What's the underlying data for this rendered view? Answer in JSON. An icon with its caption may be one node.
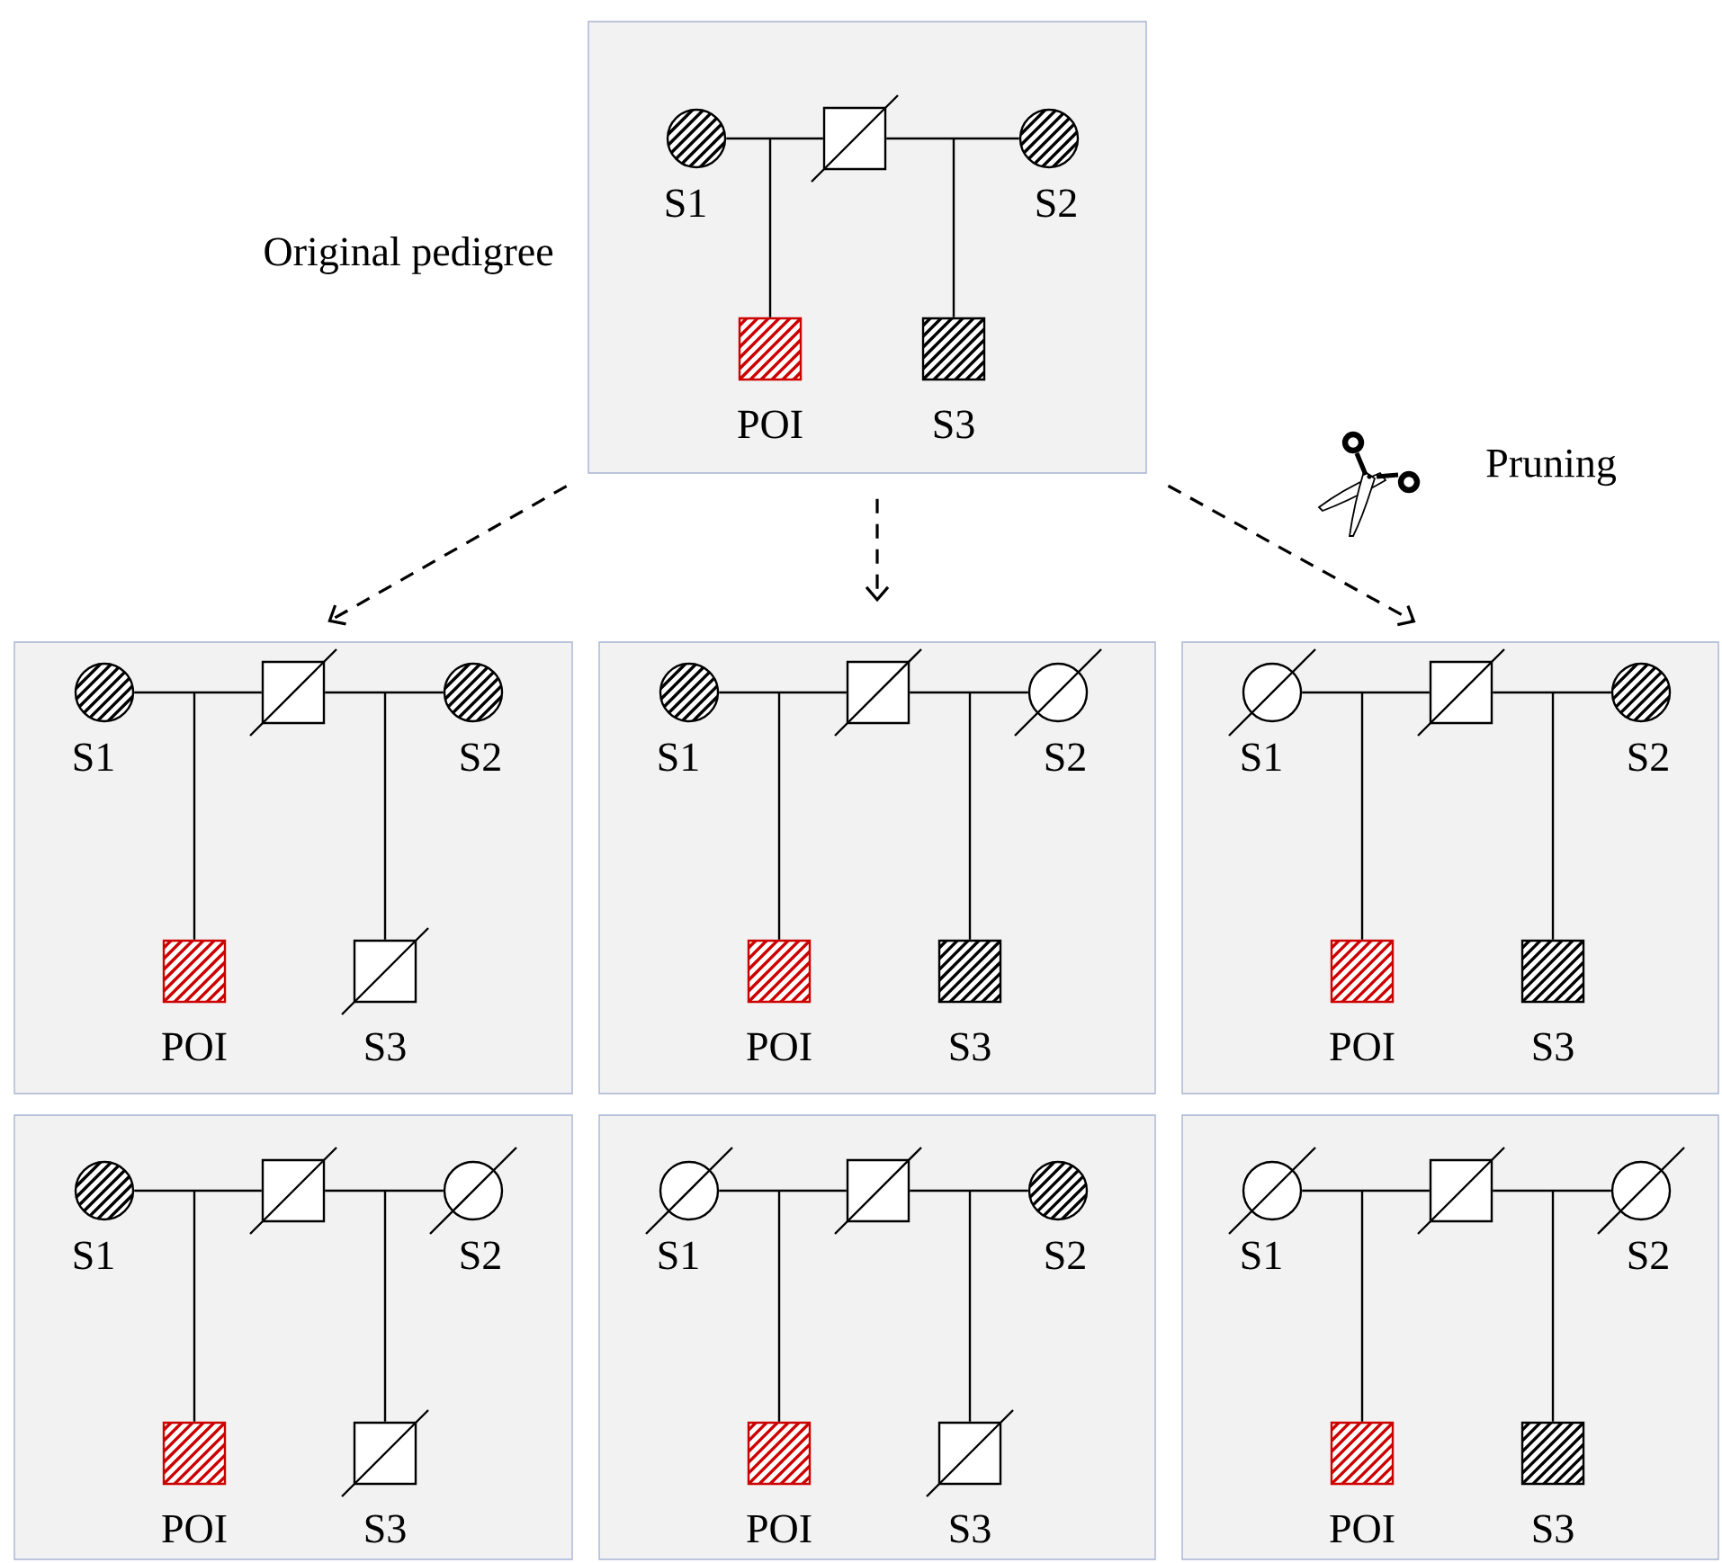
{
  "diagram": {
    "nodes": [
      {
        "text": [],
        "shape": "box",
        "beside": [
          "Original pedigree"
        ]
      },
      {
        "text": [],
        "shape": "circle",
        "beside": [
          "S1"
        ],
        "in": 0
      },
      {
        "text": [],
        "shape": "box",
        "in": 0
      },
      {
        "text": [],
        "shape": "circle",
        "beside": [
          "S2"
        ],
        "in": 0
      },
      {
        "text": [],
        "shape": "box",
        "beside": [
          "POI"
        ],
        "in": 0
      },
      {
        "text": [],
        "shape": "box",
        "beside": [
          "S3"
        ],
        "in": 0
      },
      {
        "text": [],
        "shape": "box"
      },
      {
        "text": [],
        "shape": "circle",
        "beside": [
          "S1"
        ],
        "in": 6
      },
      {
        "text": [],
        "shape": "box",
        "in": 6
      },
      {
        "text": [],
        "shape": "circle",
        "beside": [
          "S2"
        ],
        "in": 6
      },
      {
        "text": [],
        "shape": "box",
        "beside": [
          "POI"
        ],
        "in": 6
      },
      {
        "text": [],
        "shape": "box",
        "beside": [
          "S3"
        ],
        "in": 6
      },
      {
        "text": [],
        "shape": "box"
      },
      {
        "text": [],
        "shape": "circle",
        "beside": [
          "S1"
        ],
        "in": 12
      },
      {
        "text": [],
        "shape": "box",
        "in": 12
      },
      {
        "text": [],
        "shape": "circle",
        "beside": [
          "S2"
        ],
        "in": 12
      },
      {
        "text": [],
        "shape": "box",
        "beside": [
          "POI"
        ],
        "in": 12
      },
      {
        "text": [],
        "shape": "box",
        "beside": [
          "S3"
        ],
        "in": 12
      },
      {
        "text": [],
        "shape": "box"
      },
      {
        "text": [],
        "shape": "circle",
        "beside": [
          "S1"
        ],
        "in": 18
      },
      {
        "text": [],
        "shape": "box",
        "in": 18
      },
      {
        "text": [],
        "shape": "circle",
        "beside": [
          "S2"
        ],
        "in": 18
      },
      {
        "text": [],
        "shape": "box",
        "beside": [
          "POI"
        ],
        "in": 18
      },
      {
        "text": [],
        "shape": "box",
        "beside": [
          "S3"
        ],
        "in": 18
      },
      {
        "text": [],
        "shape": "box"
      },
      {
        "text": [],
        "shape": "circle",
        "beside": [
          "S1"
        ],
        "in": 24
      },
      {
        "text": [],
        "shape": "box",
        "in": 24
      },
      {
        "text": [],
        "shape": "circle",
        "beside": [
          "S2"
        ],
        "in": 24
      },
      {
        "text": [],
        "shape": "box",
        "beside": [
          "POI"
        ],
        "in": 24
      },
      {
        "text": [],
        "shape": "box",
        "beside": [
          "S3"
        ],
        "in": 24
      },
      {
        "text": [],
        "shape": "box"
      },
      {
        "text": [],
        "shape": "circle",
        "beside": [
          "S1"
        ],
        "in": 30
      },
      {
        "text": [],
        "shape": "box",
        "in": 30
      },
      {
        "text": [],
        "shape": "circle",
        "beside": [
          "S2"
        ],
        "in": 30
      },
      {
        "text": [],
        "shape": "box",
        "beside": [
          "POI"
        ],
        "in": 30
      },
      {
        "text": [],
        "shape": "box",
        "beside": [
          "S3"
        ],
        "in": 30
      },
      {
        "text": [],
        "shape": "box"
      },
      {
        "text": [],
        "shape": "circle",
        "beside": [
          "S1"
        ],
        "in": 36
      },
      {
        "text": [],
        "shape": "box",
        "in": 36
      },
      {
        "text": [],
        "shape": "circle",
        "beside": [
          "S2"
        ],
        "in": 36
      },
      {
        "text": [],
        "shape": "box",
        "beside": [
          "POI"
        ],
        "in": 36
      },
      {
        "text": [],
        "shape": "box",
        "beside": [
          "S3"
        ],
        "in": 36
      }
    ],
    "edges": [
      {
        "from": 1,
        "to": 2,
        "arrow": "none"
      },
      {
        "from": 2,
        "to": 3,
        "arrow": "none"
      },
      {
        "from": 1,
        "to": 4,
        "arrow": "none"
      },
      {
        "from": 2,
        "to": 4,
        "arrow": "none"
      },
      {
        "from": 2,
        "to": 5,
        "arrow": "none"
      },
      {
        "from": 3,
        "to": 5,
        "arrow": "none"
      },
      {
        "from": 7,
        "to": 8,
        "arrow": "none"
      },
      {
        "from": 8,
        "to": 9,
        "arrow": "none"
      },
      {
        "from": 7,
        "to": 10,
        "arrow": "none"
      },
      {
        "from": 8,
        "to": 10,
        "arrow": "none"
      },
      {
        "from": 8,
        "to": 11,
        "arrow": "none"
      },
      {
        "from": 9,
        "to": 11,
        "arrow": "none"
      },
      {
        "from": 13,
        "to": 14,
        "arrow": "none"
      },
      {
        "from": 14,
        "to": 15,
        "arrow": "none"
      },
      {
        "from": 13,
        "to": 16,
        "arrow": "none"
      },
      {
        "from": 14,
        "to": 16,
        "arrow": "none"
      },
      {
        "from": 14,
        "to": 17,
        "arrow": "none"
      },
      {
        "from": 15,
        "to": 17,
        "arrow": "none"
      },
      {
        "from": 19,
        "to": 20,
        "arrow": "none"
      },
      {
        "from": 20,
        "to": 21,
        "arrow": "none"
      },
      {
        "from": 19,
        "to": 22,
        "arrow": "none"
      },
      {
        "from": 20,
        "to": 22,
        "arrow": "none"
      },
      {
        "from": 20,
        "to": 23,
        "arrow": "none"
      },
      {
        "from": 21,
        "to": 23,
        "arrow": "none"
      },
      {
        "from": 25,
        "to": 26,
        "arrow": "none"
      },
      {
        "from": 26,
        "to": 27,
        "arrow": "none"
      },
      {
        "from": 25,
        "to": 28,
        "arrow": "none"
      },
      {
        "from": 26,
        "to": 28,
        "arrow": "none"
      },
      {
        "from": 26,
        "to": 29,
        "arrow": "none"
      },
      {
        "from": 27,
        "to": 29,
        "arrow": "none"
      },
      {
        "from": 31,
        "to": 32,
        "arrow": "none"
      },
      {
        "from": 32,
        "to": 33,
        "arrow": "none"
      },
      {
        "from": 31,
        "to": 34,
        "arrow": "none"
      },
      {
        "from": 32,
        "to": 34,
        "arrow": "none"
      },
      {
        "from": 32,
        "to": 35,
        "arrow": "none"
      },
      {
        "from": 33,
        "to": 35,
        "arrow": "none"
      },
      {
        "from": 37,
        "to": 38,
        "arrow": "none"
      },
      {
        "from": 38,
        "to": 39,
        "arrow": "none"
      },
      {
        "from": 37,
        "to": 40,
        "arrow": "none"
      },
      {
        "from": 38,
        "to": 40,
        "arrow": "none"
      },
      {
        "from": 38,
        "to": 41,
        "arrow": "none"
      },
      {
        "from": 39,
        "to": 41,
        "arrow": "none"
      },
      {
        "from": 0,
        "to": 6,
        "arrow": "to",
        "style": "dashed"
      },
      {
        "from": 0,
        "to": 12,
        "arrow": "to",
        "style": "dashed"
      },
      {
        "from": 0,
        "to": 18,
        "arrow": "to",
        "style": "dashed"
      }
    ],
    "labels": [
      "Pruning"
    ]
  }
}
